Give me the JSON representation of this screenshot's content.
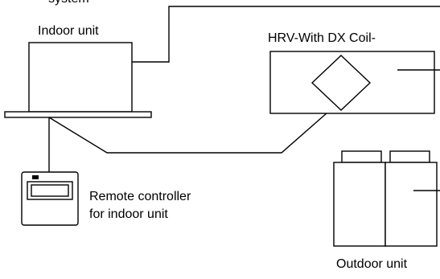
{
  "labels": {
    "top_partial": "system",
    "indoor_unit": "Indoor unit",
    "hrv": "HRV-With DX Coil-",
    "remote_line1": "Remote controller",
    "remote_line2": "for indoor unit",
    "outdoor_unit": "Outdoor unit"
  },
  "colors": {
    "line": "#000000",
    "background": "#ffffff"
  }
}
